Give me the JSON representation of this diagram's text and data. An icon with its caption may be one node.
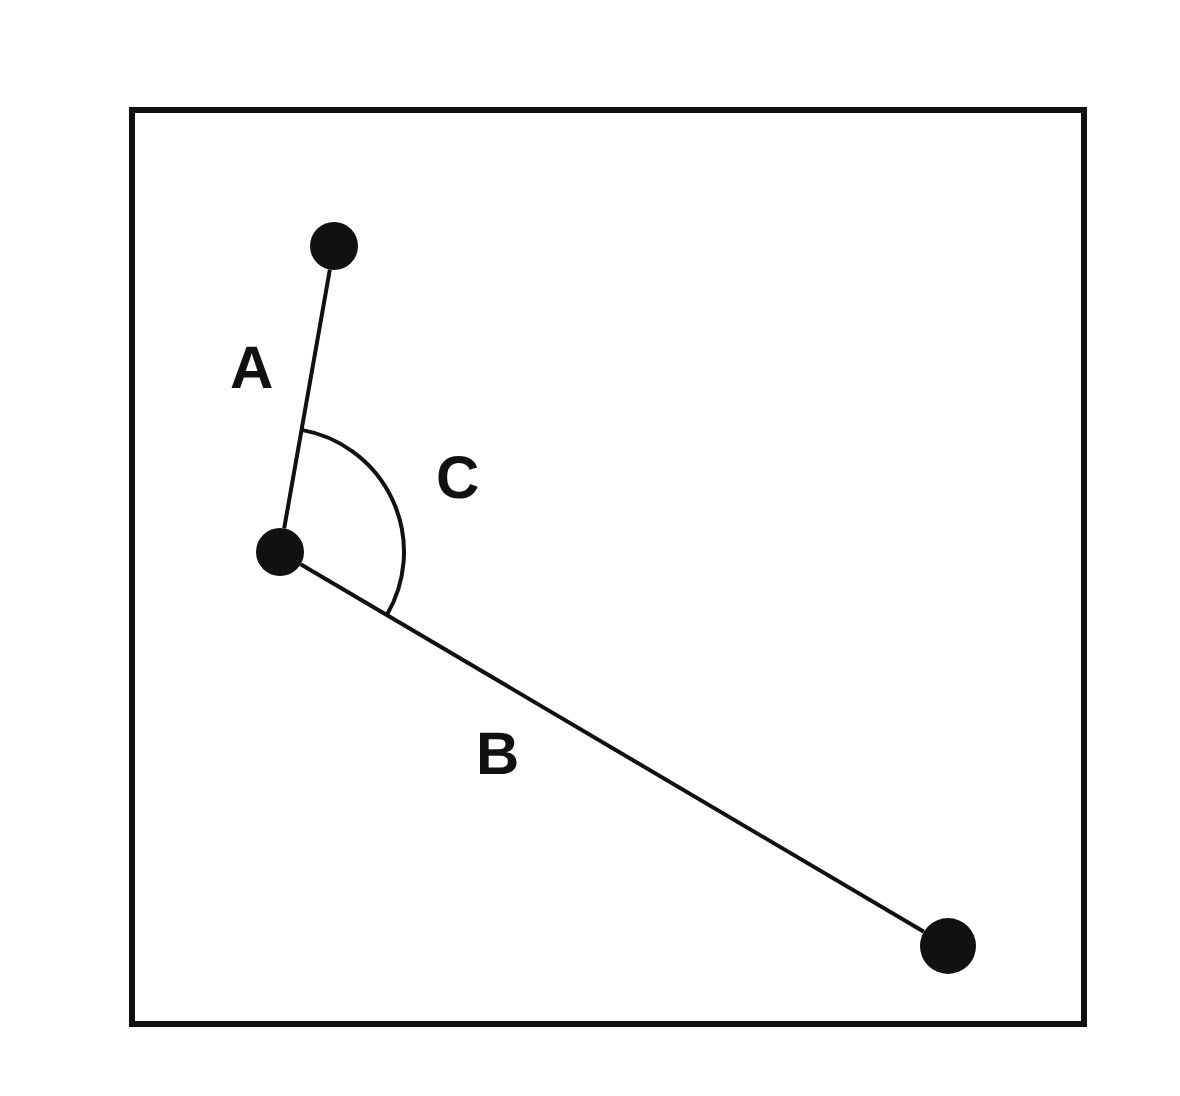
{
  "diagram": {
    "nodes": [
      {
        "text": [],
        "shape": "circle"
      },
      {
        "text": [],
        "shape": "circle"
      },
      {
        "text": [],
        "shape": "circle"
      }
    ],
    "edges": [
      {
        "from": 0,
        "to": 1,
        "arrow": "none",
        "label": "A"
      },
      {
        "from": 1,
        "to": 2,
        "arrow": "none",
        "label": "B"
      }
    ],
    "labels": [
      "C"
    ]
  }
}
